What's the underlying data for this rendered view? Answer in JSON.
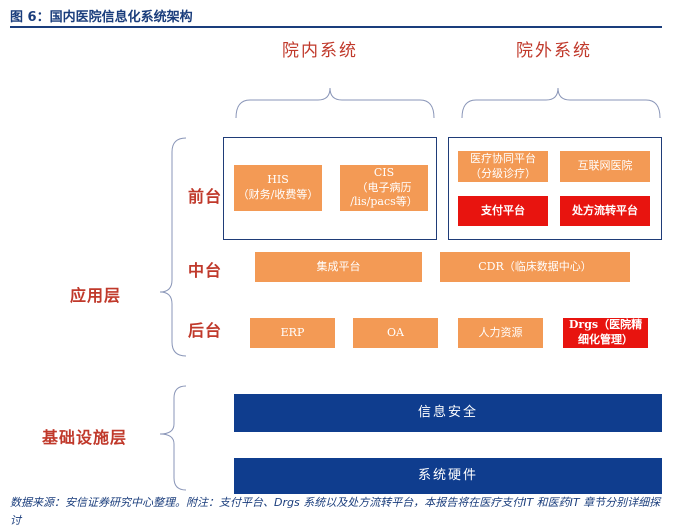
{
  "title": "图 6：国内医院信息化系统架构",
  "groups": {
    "inner": "院内系统",
    "outer": "院外系统"
  },
  "layers": {
    "front": "前台",
    "middle": "中台",
    "back": "后台",
    "application": "应用层",
    "infrastructure": "基础设施层"
  },
  "front_inner": [
    {
      "label": "HIS\n（财务/收费等）",
      "color": "orange"
    },
    {
      "label": "CIS\n（电子病历\n/lis/pacs等）",
      "color": "orange"
    }
  ],
  "front_outer": [
    {
      "label": "医疗协同平台\n（分级诊疗）",
      "color": "orange"
    },
    {
      "label": "互联网医院",
      "color": "orange"
    },
    {
      "label": "支付平台",
      "color": "red"
    },
    {
      "label": "处方流转平台",
      "color": "red"
    }
  ],
  "middle": [
    {
      "label": "集成平台",
      "color": "orange"
    },
    {
      "label": "CDR（临床数据中心）",
      "color": "orange"
    }
  ],
  "back": [
    {
      "label": "ERP",
      "color": "orange"
    },
    {
      "label": "OA",
      "color": "orange"
    },
    {
      "label": "人力资源",
      "color": "orange"
    },
    {
      "label": "Drgs（医院精\n细化管理）",
      "color": "red"
    }
  ],
  "infrastructure": [
    {
      "label": "信息安全",
      "color": "blue"
    },
    {
      "label": "系统硬件",
      "color": "blue"
    }
  ],
  "footer": "数据来源：安信证券研究中心整理。附注：支付平台、Drgs 系统以及处方流转平台，本报告将在医疗支付IT 和医药IT 章节分别详细探讨"
}
